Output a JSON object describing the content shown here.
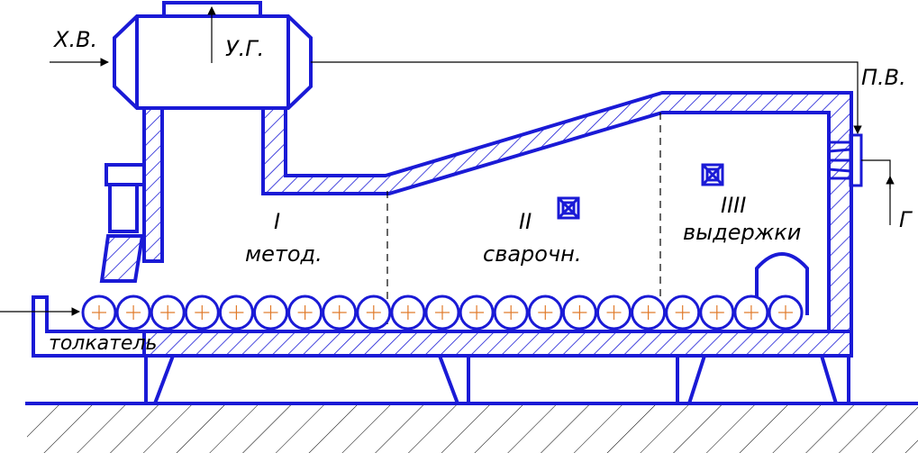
{
  "labels": {
    "cold_air": "Х.В.",
    "flue_gas": "У.Г.",
    "hot_air": "П.В.",
    "gas": "Г",
    "zone1_num": "I",
    "zone1_name": "метод.",
    "zone2_num": "II",
    "zone2_name": "сварочн.",
    "zone3_num": "IIII",
    "zone3_name": "выдержки",
    "pusher": "толкатель"
  },
  "billet_count": 21,
  "colors": {
    "structure": "#1a1ad6",
    "annotation": "#000000",
    "billet_center": "#e07a2a"
  }
}
